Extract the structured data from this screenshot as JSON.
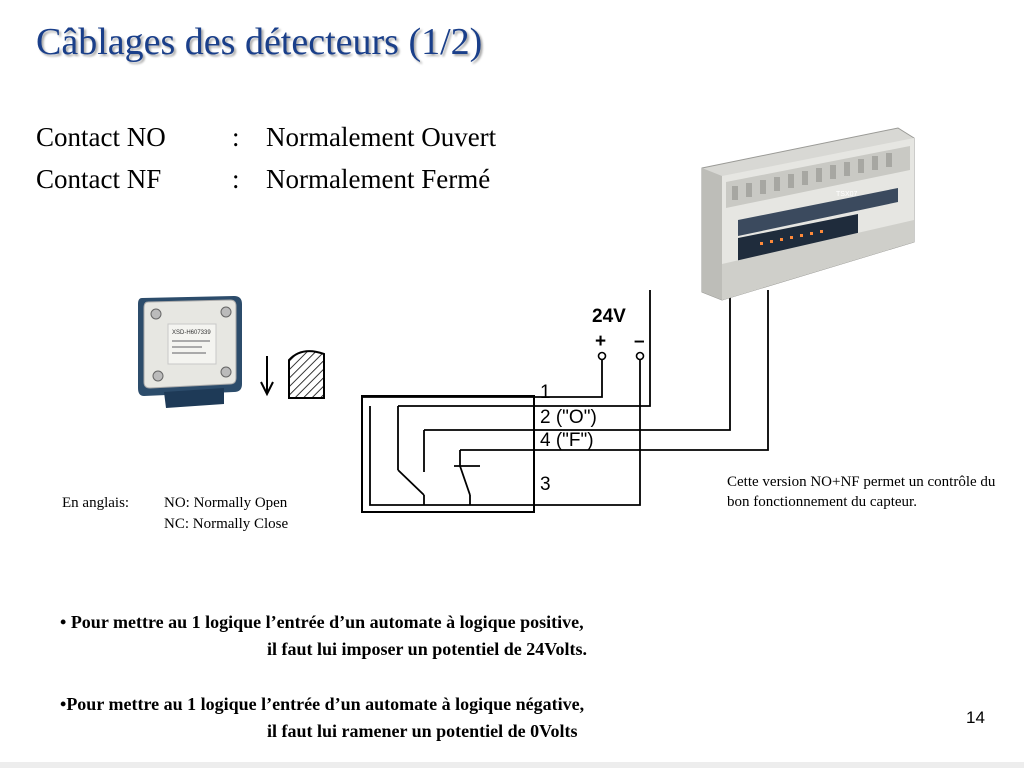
{
  "slide": {
    "title": "Câblages des détecteurs (1/2)",
    "page_number": "14"
  },
  "definitions": [
    {
      "label": "Contact NO",
      "separator": ":",
      "value": "Normalement Ouvert"
    },
    {
      "label": "Contact NF",
      "separator": ":",
      "value": "Normalement Fermé"
    }
  ],
  "english": {
    "label": "En anglais:",
    "line1": "NO: Normally Open",
    "line2": "NC: Normally Close"
  },
  "note": "Cette version NO+NF permet un contrôle du bon fonctionnement du capteur.",
  "diagram": {
    "voltage": "24V",
    "plus": "+",
    "minus": "–",
    "terminals": [
      "1",
      "2 (\"O\")",
      "4 (\"F\")",
      "3"
    ],
    "sensor_label": "XSD-H607339",
    "plc_label": "TSX07"
  },
  "bullets": [
    {
      "marker": "•",
      "line1": "Pour mettre au 1 logique  l’entrée d’un automate à logique positive,",
      "line2": "il faut lui imposer un potentiel de 24Volts."
    },
    {
      "marker": "•",
      "line1": "Pour mettre au 1 logique l’entrée d’un automate à logique négative,",
      "line2": "il faut lui ramener un potentiel de 0Volts"
    }
  ]
}
